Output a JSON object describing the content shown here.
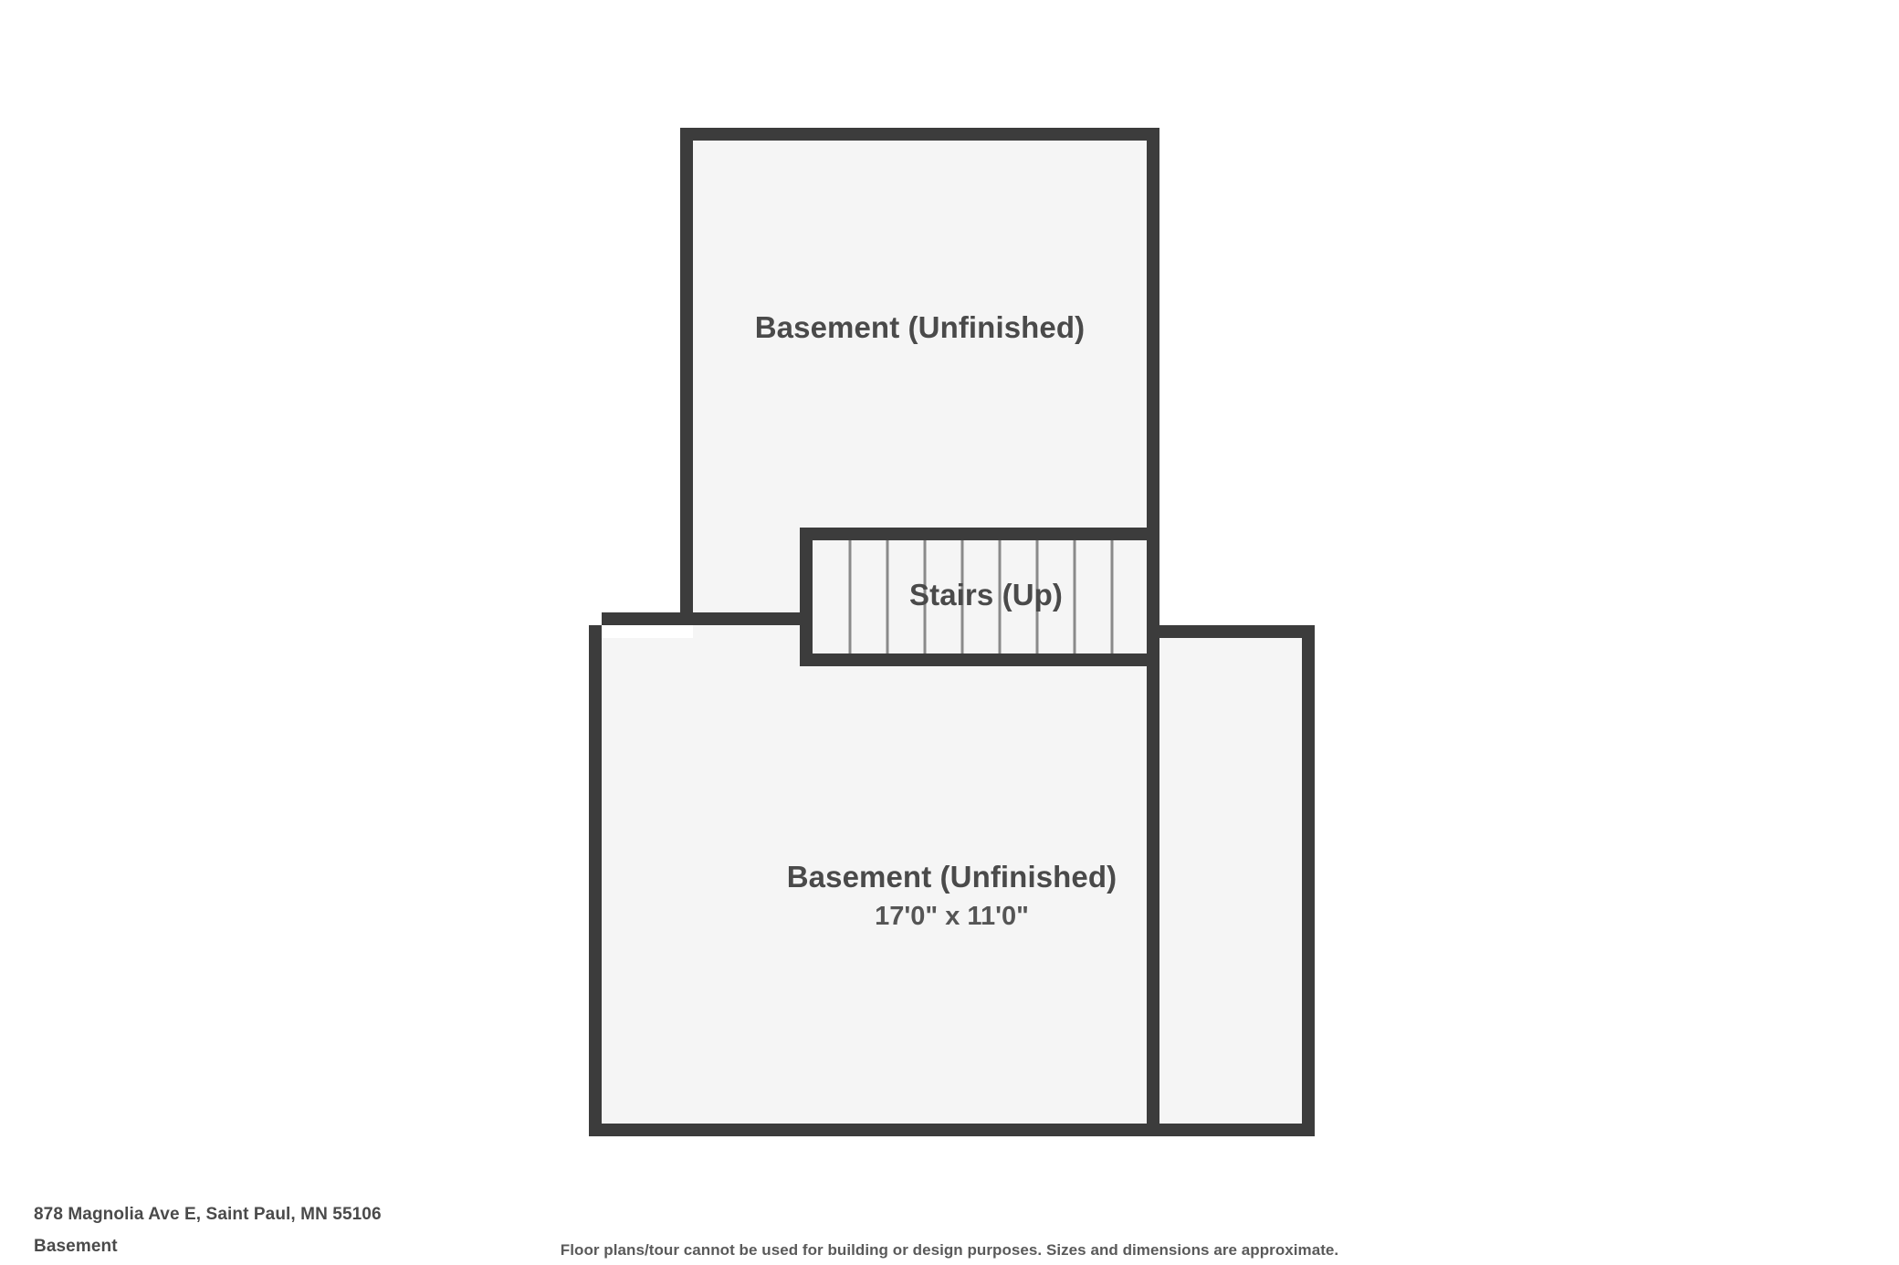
{
  "plan": {
    "colors": {
      "wall": "#3c3c3c",
      "room_fill": "#f5f5f5",
      "stair_line": "#8a8a8a",
      "background": "#ffffff",
      "label_text": "#4a4a4a"
    },
    "rooms": [
      {
        "id": "basement-upper",
        "name": "Basement (Unfinished)",
        "dimensions": ""
      },
      {
        "id": "stairs",
        "name": "Stairs (Up)",
        "dimensions": ""
      },
      {
        "id": "basement-lower",
        "name": "Basement (Unfinished)",
        "dimensions": "17'0\" x 11'0\""
      }
    ],
    "stairs": {
      "tread_count": 9,
      "divider_count": 8
    }
  },
  "footer": {
    "address": "878 Magnolia Ave E, Saint Paul, MN 55106",
    "floor": "Basement",
    "disclaimer": "Floor plans/tour cannot be used for building or design purposes. Sizes and dimensions are approximate."
  }
}
